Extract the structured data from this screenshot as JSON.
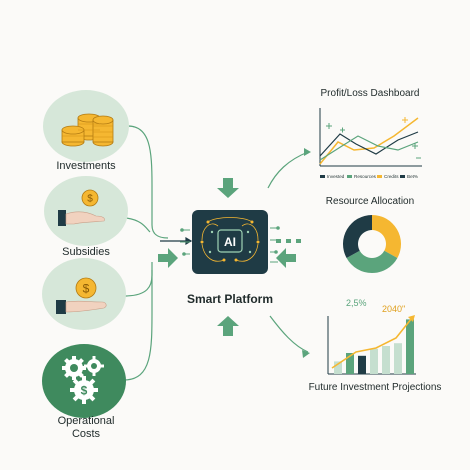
{
  "inputs": [
    {
      "label": "Investments",
      "icon": "coin-stack-icon"
    },
    {
      "label": "Subsidies",
      "icon": "hand-coin-icon"
    },
    {
      "label": "",
      "icon": "hand-coin-icon"
    },
    {
      "label": "Operational\nCosts",
      "icon": "gears-dollar-icon"
    }
  ],
  "platform": {
    "chip_text": "AI",
    "label": "Smart Platform"
  },
  "outputs": {
    "profit_loss": {
      "title": "Profit/Loss Dashboard",
      "legend": [
        "Invested",
        "Resources",
        "Credits",
        "Bet%"
      ]
    },
    "resource_allocation": {
      "title": "Resource Allocation",
      "chart_data": {
        "type": "pie",
        "slices": [
          {
            "value": 33,
            "color": "#f5b731"
          },
          {
            "value": 34,
            "color": "#5ba47c"
          },
          {
            "value": 33,
            "color": "#1f3b45"
          }
        ]
      }
    },
    "future_projections": {
      "title": "Future Investment Projections",
      "annotation_left": "2,5%",
      "annotation_right": "2040\"",
      "chart_data": {
        "type": "bar",
        "values": [
          18,
          30,
          26,
          36,
          40,
          44,
          78
        ],
        "colors": [
          "#c5dfcf",
          "#5ba47c",
          "#1f3b45",
          "#c5dfcf",
          "#c5dfcf",
          "#c5dfcf",
          "#5ba47c"
        ]
      }
    }
  },
  "colors": {
    "accent_green": "#5ba47c",
    "dark_teal": "#1f3b45",
    "gold": "#f5b731",
    "circle_bg": "#d6e7d9"
  }
}
